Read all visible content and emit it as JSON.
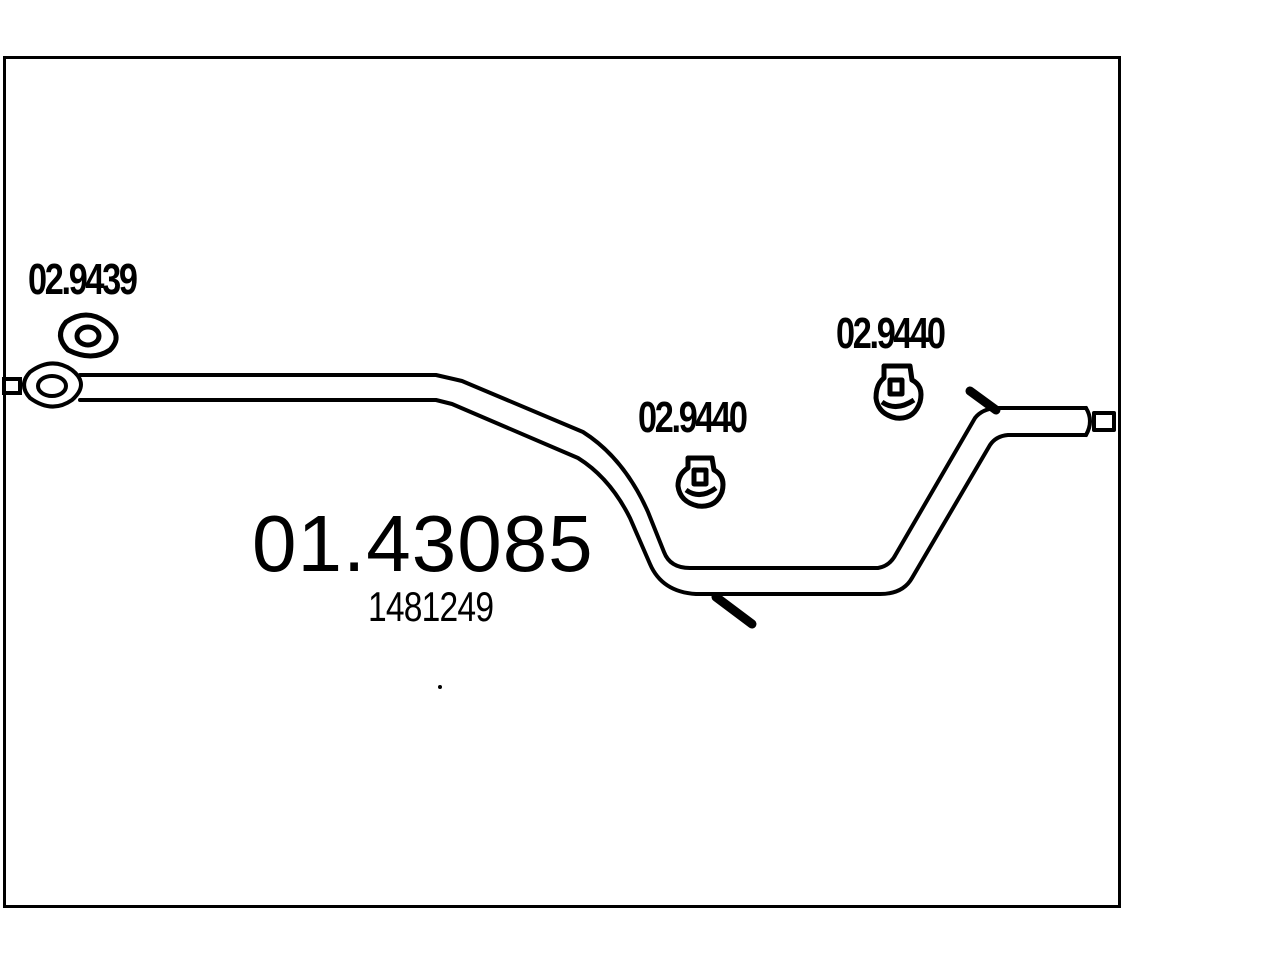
{
  "diagram": {
    "main_part_number": "01.43085",
    "oe_number": "1481249",
    "accessories": [
      {
        "part_number": "02.9439",
        "kind": "gasket-icon"
      },
      {
        "part_number": "02.9440",
        "kind": "rubber-hanger-icon"
      },
      {
        "part_number": "02.9440",
        "kind": "rubber-hanger-icon"
      }
    ]
  },
  "colors": {
    "line": "#000000",
    "background": "#ffffff"
  }
}
